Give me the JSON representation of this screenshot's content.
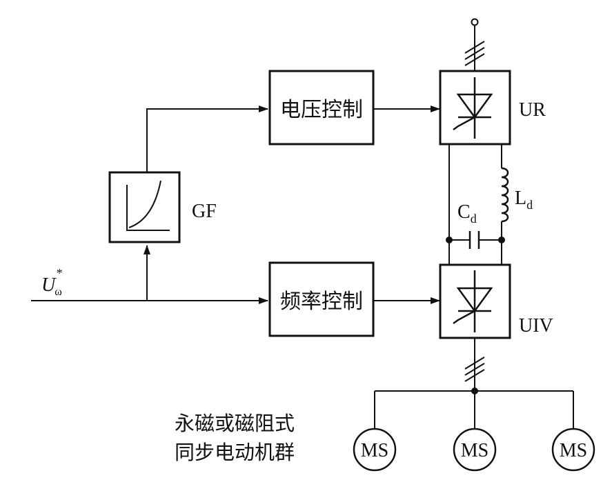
{
  "blocks": {
    "voltage_control": "电压控制",
    "frequency_control": "频率控制",
    "function_generator": "GF",
    "rectifier": "UR",
    "inverter": "UIV"
  },
  "components": {
    "capacitor": {
      "symbol": "C",
      "subscript": "d"
    },
    "inductor": {
      "symbol": "L",
      "subscript": "d"
    }
  },
  "input": {
    "symbol": "U",
    "subscript": "ω",
    "superscript": "*"
  },
  "load_caption": {
    "line1": "永磁或磁阻式",
    "line2": "同步电动机群"
  },
  "motors": [
    "MS",
    "MS",
    "MS"
  ],
  "colors": {
    "line": "#111111",
    "background": "#ffffff"
  }
}
